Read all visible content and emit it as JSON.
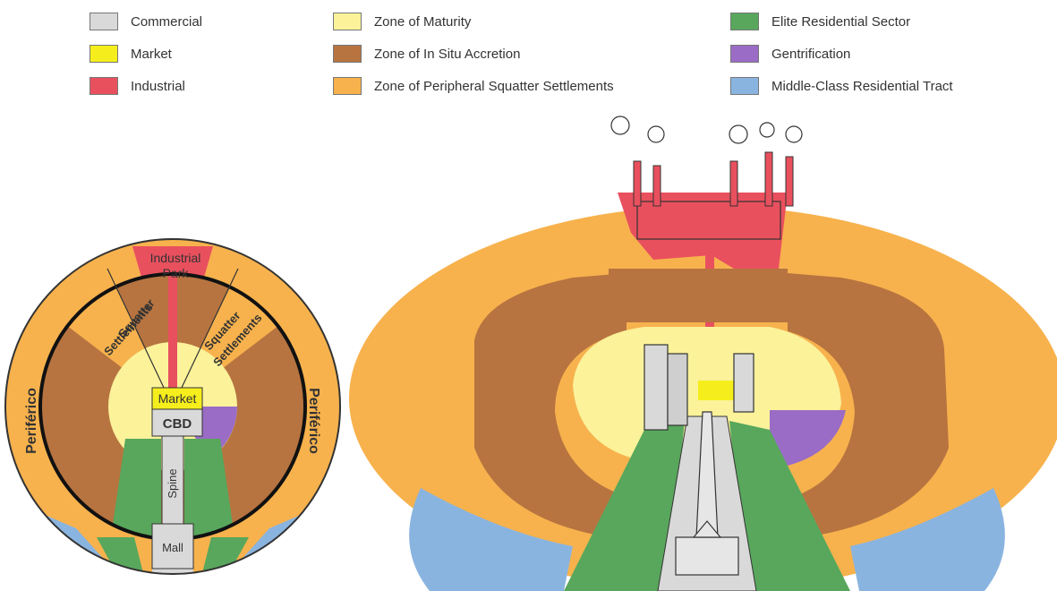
{
  "legend": {
    "items": [
      {
        "label": "Commercial",
        "color": "#d9d9d9"
      },
      {
        "label": "Market",
        "color": "#f6ee1c"
      },
      {
        "label": "Industrial",
        "color": "#e9505e"
      },
      {
        "label": "Zone of Maturity",
        "color": "#fbf29a"
      },
      {
        "label": "Zone of In Situ Accretion",
        "color": "#b77440"
      },
      {
        "label": "Zone of Peripheral Squatter Settlements",
        "color": "#f7b24d"
      },
      {
        "label": "Elite Residential Sector",
        "color": "#58a75c"
      },
      {
        "label": "Gentrification",
        "color": "#9a6cc6"
      },
      {
        "label": "Middle-Class Residential Tract",
        "color": "#8ab4e0"
      }
    ]
  },
  "diagram": {
    "industrial_park": "Industrial",
    "industrial_park_2": "Park",
    "squatter_left_1": "Squatter",
    "squatter_left_2": "Settlements",
    "squatter_right_1": "Squatter",
    "squatter_right_2": "Settlements",
    "market": "Market",
    "cbd": "CBD",
    "spine": "Spine",
    "mall": "Mall",
    "periferico_left": "Periférico",
    "periferico_right": "Periférico"
  },
  "colors": {
    "commercial": "#d9d9d9",
    "market": "#f6ee1c",
    "industrial": "#e9505e",
    "maturity": "#fbf29a",
    "accretion": "#b77440",
    "squatter": "#f7b24d",
    "elite": "#58a75c",
    "gentrification": "#9a6cc6",
    "middle_class": "#8ab4e0"
  }
}
